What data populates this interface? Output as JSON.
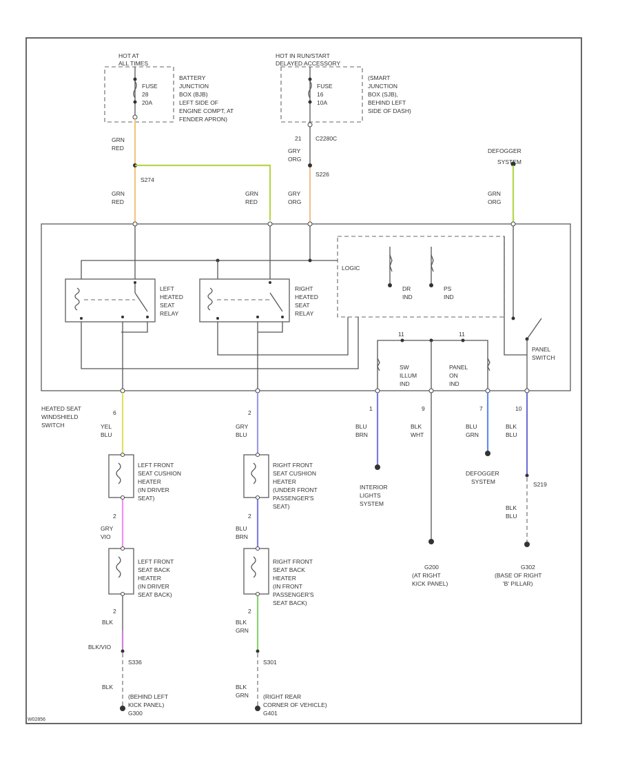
{
  "colors": {
    "grn_red": "#f2c57c",
    "grn_yel": "#b3d64a",
    "grn_org": "#f2c090",
    "yel_blu": "#e0e060",
    "gry_blu": "#9a9ae8",
    "blu_grn": "#7a7ae0",
    "blu_grn_defog": "#5f8ce8",
    "gry_vio": "#f08ef0",
    "blu_brn": "#8080e0",
    "blk_vio": "#d080e0",
    "blk_grn": "#8ad070",
    "blk_blu": "#7070d8"
  },
  "top_left_feed": {
    "hot_label": [
      "HOT AT",
      "ALL TIMES"
    ],
    "fuse": [
      "FUSE",
      "28",
      "20A"
    ],
    "junction_box": [
      "BATTERY",
      "JUNCTION",
      "BOX (BJB)",
      "LEFT SIDE OF",
      "ENGINE COMPT, AT",
      "FENDER APRON)"
    ],
    "wire_color": [
      "GRN",
      "RED"
    ],
    "splice": "S274"
  },
  "top_mid_feed": {
    "hot_label": [
      "HOT IN RUN/START",
      "DELAYED ACCESSORY"
    ],
    "fuse": [
      "FUSE",
      "16",
      "10A"
    ],
    "junction_box": [
      "(SMART",
      "JUNCTION",
      "BOX (SJB),",
      "BEHIND LEFT",
      "SIDE OF DASH)"
    ],
    "connector": [
      "21",
      "C2280C"
    ],
    "wire_color": [
      "GRY",
      "ORG"
    ],
    "splice": "S226"
  },
  "defogger_top": {
    "label": [
      "DEFOGGER",
      "SYSTEM"
    ],
    "wire_color": [
      "GRN",
      "ORG"
    ]
  },
  "module": {
    "name": [
      "HEATED SEAT",
      "WINDSHIELD",
      "SWITCH"
    ],
    "logic_label": "LOGIC",
    "left_relay": [
      "LEFT",
      "HEATED",
      "SEAT",
      "RELAY"
    ],
    "right_relay": [
      "RIGHT",
      "HEATED",
      "SEAT",
      "RELAY"
    ],
    "drv_ind": [
      "DR",
      "IND"
    ],
    "ps_ind": [
      "PS",
      "IND"
    ],
    "sw_illum": [
      "SW",
      "ILLUM",
      "IND"
    ],
    "panel_on": [
      "PANEL",
      "ON",
      "IND"
    ],
    "panel_switch": [
      "PANEL",
      "SWITCH"
    ],
    "pin_labels": [
      "6",
      "2",
      "1",
      "9",
      "7",
      "10"
    ]
  },
  "left_chain": {
    "wire1": [
      "YEL",
      "BLU"
    ],
    "heater1": [
      "LEFT FRONT",
      "SEAT CUSHION",
      "HEATER",
      "(IN DRIVER",
      "SEAT)"
    ],
    "pin1": "2",
    "wire2": [
      "GRY",
      "VIO"
    ],
    "heater2": [
      "LEFT FRONT",
      "SEAT BACK",
      "HEATER",
      "(IN DRIVER",
      "SEAT BACK)"
    ],
    "pin2": "2",
    "wire3": [
      "BLK"
    ],
    "wire4": [
      "BLK/VIO"
    ],
    "splice": "S336",
    "wire5": [
      "BLK"
    ],
    "ground": [
      "(BEHIND LEFT",
      "KICK PANEL)",
      "G300"
    ]
  },
  "right_chain": {
    "wire1": [
      "GRY",
      "BLU"
    ],
    "heater1": [
      "RIGHT FRONT",
      "SEAT CUSHION",
      "HEATER",
      "(UNDER FRONT",
      "PASSENGER'S",
      "SEAT)"
    ],
    "pin1": "2",
    "wire2": [
      "BLU",
      "BRN"
    ],
    "heater2": [
      "RIGHT FRONT",
      "SEAT BACK",
      "HEATER",
      "(IN FRONT",
      "PASSENGER'S",
      "SEAT BACK)"
    ],
    "pin2": "2",
    "wire3": [
      "BLK",
      "GRN"
    ],
    "splice": "S301",
    "wire4": [
      "BLK",
      "GRN"
    ],
    "ground": [
      "(RIGHT REAR",
      "CORNER OF VEHICLE)",
      "G401"
    ]
  },
  "outputs": {
    "interior": {
      "wire": [
        "BLU",
        "BRN"
      ],
      "label": [
        "INTERIOR",
        "LIGHTS",
        "SYSTEM"
      ]
    },
    "ground_g200": {
      "wire": [
        "BLK",
        "WHT"
      ],
      "label": [
        "G200",
        "(AT RIGHT",
        "KICK PANEL)"
      ]
    },
    "defogger": {
      "wire": [
        "BLU",
        "GRN"
      ],
      "label": [
        "DEFOGGER",
        "SYSTEM"
      ]
    },
    "ground_g302": {
      "wire": [
        "BLK",
        "BLU"
      ],
      "splice": "S219",
      "wire2": [
        "BLK",
        "BLU"
      ],
      "label": [
        "G302",
        "(BASE OF RIGHT",
        "'B' PILLAR)"
      ]
    }
  },
  "footer_id": "W02856"
}
